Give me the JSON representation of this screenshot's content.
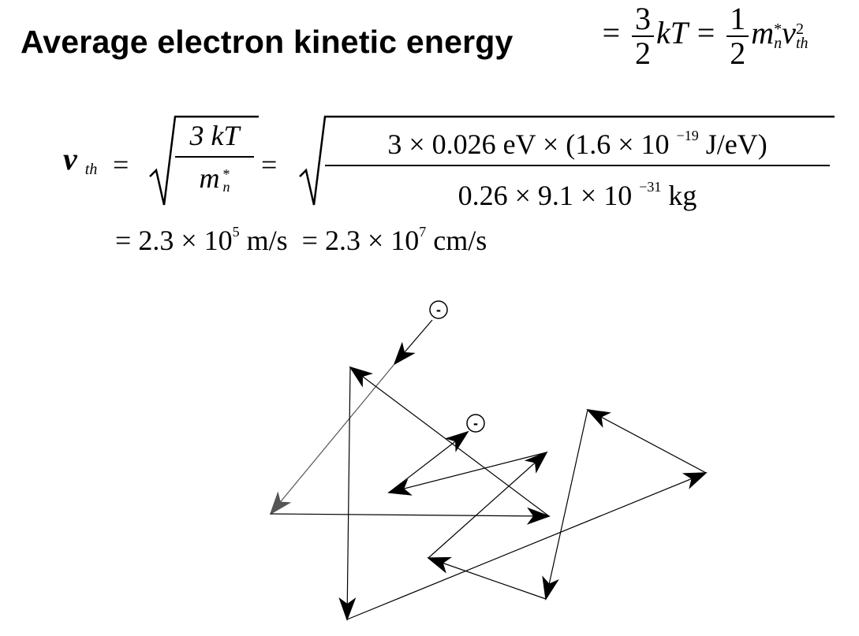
{
  "title": {
    "text": "Average electron kinetic energy",
    "eq_sign1": "=",
    "frac1_num": "3",
    "frac1_den": "2",
    "kT": "kT",
    "eq_sign2": "=",
    "frac2_num": "1",
    "frac2_den": "2",
    "m": "m",
    "m_sup": "*",
    "m_sub": "n",
    "v": "v",
    "v_sup": "2",
    "v_sub": "th"
  },
  "velocity": {
    "symbol": "v",
    "symbol_sub": "th",
    "eq1": "=",
    "frac_num": "3 kT",
    "frac_den_m": "m",
    "frac_den_sup": "*",
    "frac_den_sub": "n",
    "eq2": "=",
    "num_text": "3 × 0.026 eV × (1.6 × 10",
    "num_exp": "−19",
    "num_tail": "J/eV)",
    "den_text": "0.26 × 9.1 × 10",
    "den_exp": "−31",
    "den_tail": "kg"
  },
  "result": {
    "eq": "=",
    "value1": "2.3 × 10",
    "exp1": "5",
    "unit1": "m/s",
    "eq2": "=",
    "value2": "2.3 × 10",
    "exp2": "7",
    "unit2": "cm/s"
  },
  "diagram": {
    "electron_label_1": "-",
    "electron_label_2": "-"
  },
  "colors": {
    "text": "#000000",
    "line": "#000000",
    "arrow_gray": "#555555",
    "background": "#ffffff"
  }
}
